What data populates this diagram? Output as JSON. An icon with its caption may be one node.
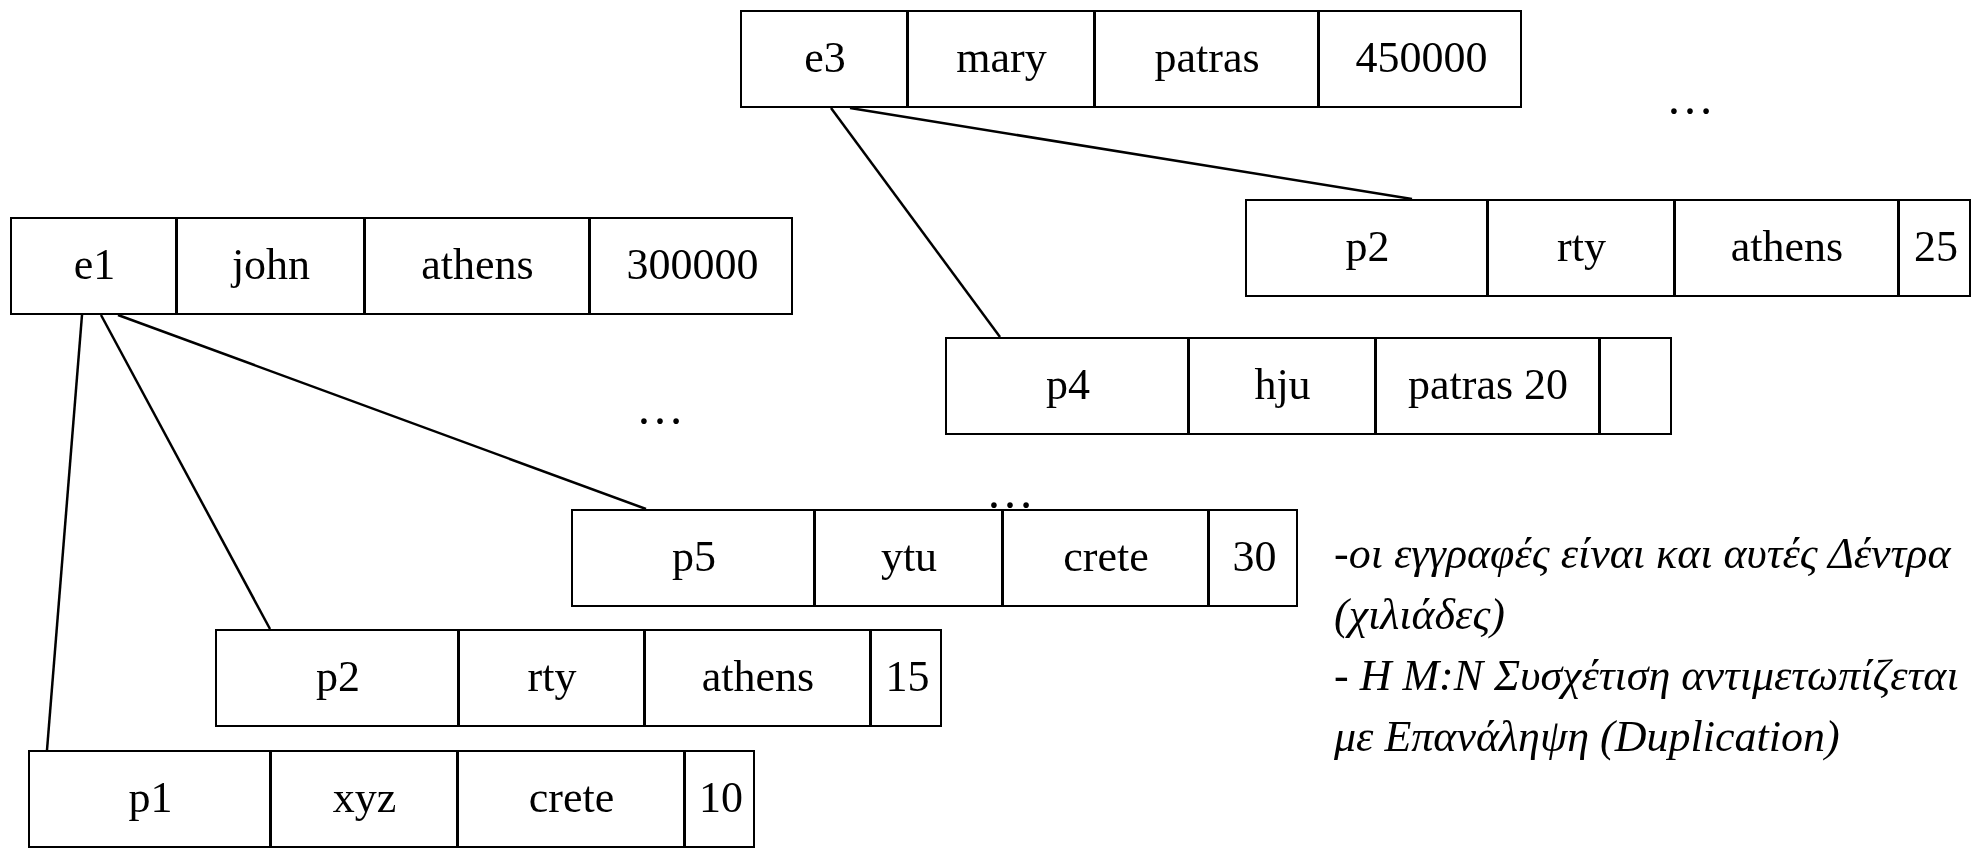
{
  "diagram": {
    "nodes": [
      {
        "text": [
          "e3",
          "mary",
          "patras",
          "450000"
        ]
      },
      {
        "text": [
          "p2",
          "rty",
          "athens",
          "25"
        ]
      },
      {
        "text": [
          "e1",
          "john",
          "athens",
          "300000"
        ]
      },
      {
        "text": [
          "p4",
          "hju",
          "patras 20"
        ]
      },
      {
        "text": [
          "p5",
          "ytu",
          "crete",
          "30"
        ]
      },
      {
        "text": [
          "p2",
          "rty",
          "athens",
          "15"
        ]
      },
      {
        "text": [
          "p1",
          "xyz",
          "crete",
          "10"
        ]
      }
    ],
    "edges": [
      {
        "from": 0,
        "to": 1,
        "arrow": "none"
      },
      {
        "from": 0,
        "to": 3,
        "arrow": "none"
      },
      {
        "from": 2,
        "to": 4,
        "arrow": "none"
      },
      {
        "from": 2,
        "to": 5,
        "arrow": "none"
      },
      {
        "from": 2,
        "to": 6,
        "arrow": "none"
      }
    ],
    "labels": [
      "…",
      "…",
      "…",
      "-οι εγγραφές είναι και αυτές Δέντρα (χιλιάδες)",
      "- Η Μ:Ν Συσχέτιση αντιμετωπίζεται με Επανάληψη (Duplication)"
    ]
  }
}
